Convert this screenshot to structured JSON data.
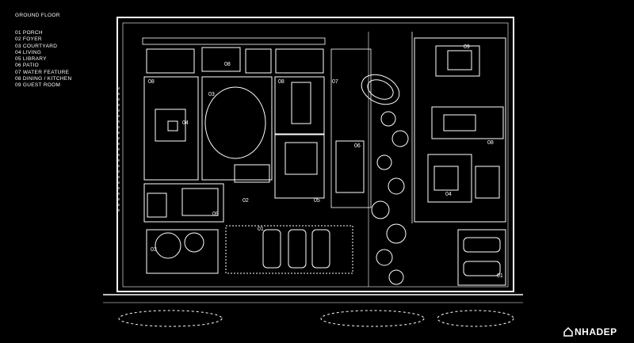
{
  "legend": {
    "title": "GROUND FLOOR",
    "items": [
      "01 PORCH",
      "02 FOYER",
      "03 COURTYARD",
      "04 LIVING",
      "05 LIBRARY",
      "06 PATIO",
      "07 WATER FEATURE",
      "08 DINING / KITCHEN",
      "09 GUEST ROOM"
    ]
  },
  "labels": {
    "l08a": "08",
    "l08b": "08",
    "l08c": "08",
    "l08d": "08",
    "l03a": "03",
    "l03b": "03",
    "l04a": "04",
    "l04b": "04",
    "l07": "07",
    "l09a": "09",
    "l09b": "09",
    "l06": "06",
    "l05": "05",
    "l02": "02",
    "l01a": "01",
    "l01b": "01"
  },
  "logo": {
    "text": "NHADEP"
  },
  "colors": {
    "background": "#000000",
    "lines": "#ffffff"
  }
}
